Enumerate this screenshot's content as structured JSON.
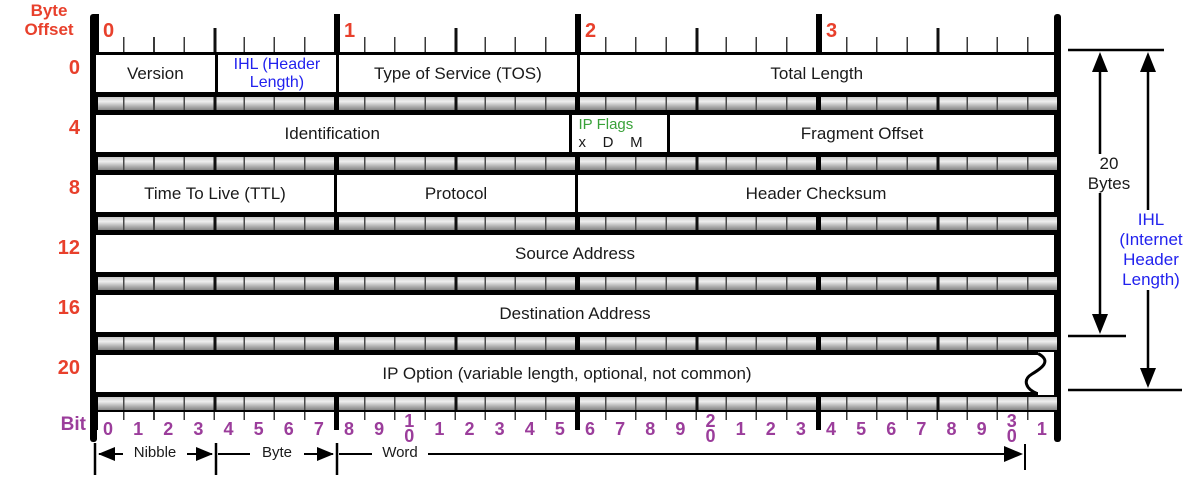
{
  "title": "IPv4 Header Format Diagram",
  "colors": {
    "offset_red": "#e8402c",
    "bit_purple": "#9b3d9b",
    "ihl_blue": "#2222ee",
    "flags_green": "#3aa23a",
    "field_black": "#1a1a1a"
  },
  "header": {
    "byte_offset_label": "Byte Offset",
    "bit_label": "Bit",
    "byte_markers": [
      "0",
      "1",
      "2",
      "3"
    ]
  },
  "rows": [
    {
      "offset": "0",
      "fields": [
        {
          "label": "Version",
          "bits": 4
        },
        {
          "label": "IHL (Header Length)",
          "bits": 4,
          "color": "blue"
        },
        {
          "label": "Type of Service (TOS)",
          "bits": 8
        },
        {
          "label": "Total Length",
          "bits": 16
        }
      ]
    },
    {
      "offset": "4",
      "fields": [
        {
          "label": "Identification",
          "bits": 16
        },
        {
          "label": "IP Flags",
          "sub": "x    D    M",
          "bits": 3,
          "color": "green"
        },
        {
          "label": "Fragment Offset",
          "bits": 13
        }
      ]
    },
    {
      "offset": "8",
      "fields": [
        {
          "label": "Time To Live (TTL)",
          "bits": 8
        },
        {
          "label": "Protocol",
          "bits": 8
        },
        {
          "label": "Header Checksum",
          "bits": 16
        }
      ]
    },
    {
      "offset": "12",
      "fields": [
        {
          "label": "Source Address",
          "bits": 32
        }
      ]
    },
    {
      "offset": "16",
      "fields": [
        {
          "label": "Destination Address",
          "bits": 32
        }
      ]
    },
    {
      "offset": "20",
      "fields": [
        {
          "label": "IP Option (variable length, optional, not common)",
          "bits": 32,
          "torn_edge": true
        }
      ]
    }
  ],
  "bit_ruler": {
    "numbers": [
      "0",
      "1",
      "2",
      "3",
      "4",
      "5",
      "6",
      "7",
      "8",
      "9",
      "1\n0",
      "1",
      "2",
      "3",
      "4",
      "5",
      "6",
      "7",
      "8",
      "9",
      "2\n0",
      "1",
      "2",
      "3",
      "4",
      "5",
      "6",
      "7",
      "8",
      "9",
      "3\n0",
      "1"
    ]
  },
  "scale": {
    "nibble": "Nibble",
    "byte": "Byte",
    "word": "Word"
  },
  "annotations": {
    "twenty_bytes": "20 Bytes",
    "ihl_long": "IHL (Internet Header Length)"
  }
}
